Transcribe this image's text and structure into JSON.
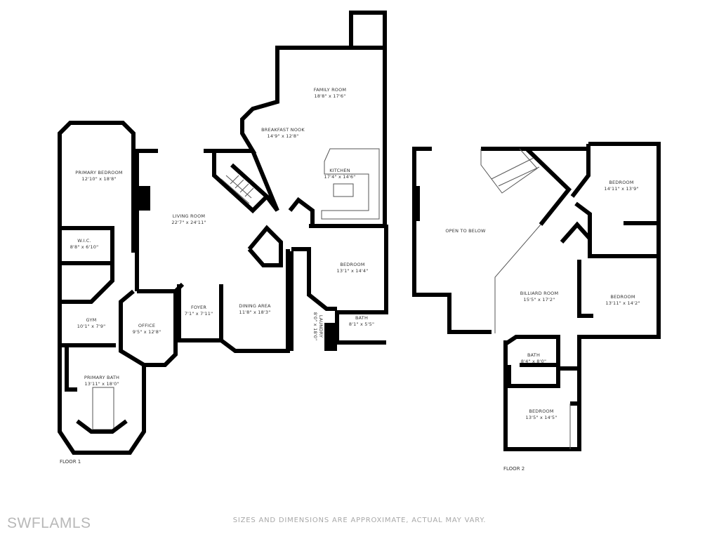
{
  "floor1": {
    "label": "FLOOR 1",
    "rooms": [
      {
        "name": "FAMILY ROOM",
        "dims": "18'8\" x 17'6\""
      },
      {
        "name": "BREAKFAST NOOK",
        "dims": "14'9\" x 12'8\""
      },
      {
        "name": "KITCHEN",
        "dims": "17'4\" x 14'6\""
      },
      {
        "name": "PRIMARY BEDROOM",
        "dims": "12'10\" x 18'8\""
      },
      {
        "name": "LIVING ROOM",
        "dims": "22'7\" x 24'11\""
      },
      {
        "name": "W.I.C.",
        "dims": "8'8\" x 6'10\""
      },
      {
        "name": "BEDROOM",
        "dims": "13'1\" x 14'4\""
      },
      {
        "name": "GYM",
        "dims": "10'1\" x 7'9\""
      },
      {
        "name": "OFFICE",
        "dims": "9'5\" x 12'8\""
      },
      {
        "name": "FOYER",
        "dims": "7'1\" x 7'11\""
      },
      {
        "name": "DINING AREA",
        "dims": "11'8\" x 18'3\""
      },
      {
        "name": "BATH",
        "dims": "8'1\" x 5'5\""
      },
      {
        "name": "PRIMARY BATH",
        "dims": "13'11\" x 18'0\""
      },
      {
        "name": "LAUNDRY",
        "dims": "8'0\" x 18'0\""
      }
    ]
  },
  "floor2": {
    "label": "FLOOR 2",
    "rooms": [
      {
        "name": "OPEN TO BELOW",
        "dims": ""
      },
      {
        "name": "BEDROOM",
        "dims": "14'11\" x 13'9\""
      },
      {
        "name": "BILLIARD ROOM",
        "dims": "15'5\" x 17'2\""
      },
      {
        "name": "BEDROOM",
        "dims": "13'11\" x 14'2\""
      },
      {
        "name": "BATH",
        "dims": "8'4\" x 8'0\""
      },
      {
        "name": "BEDROOM",
        "dims": "13'5\" x 14'5\""
      }
    ]
  },
  "footer": {
    "logo": "SWFLAMLS",
    "disclaimer": "SIZES AND DIMENSIONS ARE APPROXIMATE, ACTUAL MAY VARY."
  }
}
